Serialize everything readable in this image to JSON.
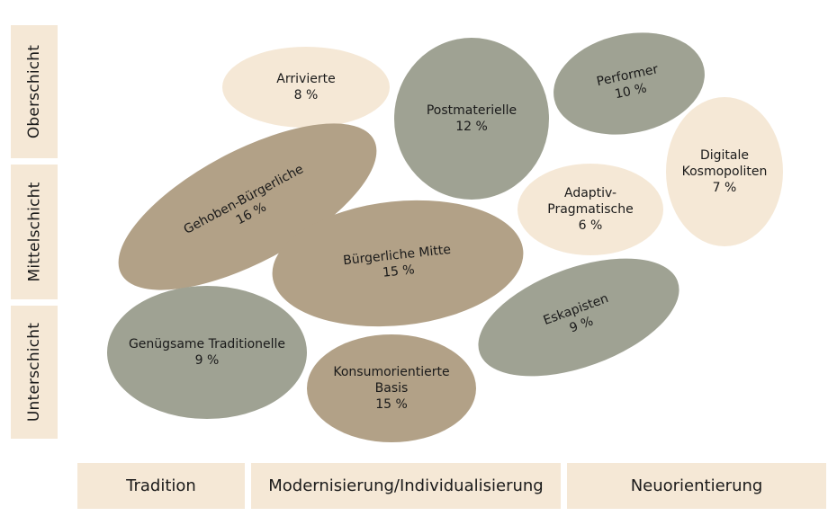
{
  "rows": [
    {
      "label": "Oberschicht"
    },
    {
      "label": "Mittelschicht"
    },
    {
      "label": "Unterschicht"
    }
  ],
  "columns": [
    {
      "label": "Tradition"
    },
    {
      "label": "Modernisierung/Individualisierung"
    },
    {
      "label": "Neuorientierung"
    }
  ],
  "milieus": [
    {
      "name": "Arrivierte",
      "share": "8 %"
    },
    {
      "name": "Postmaterielle",
      "share": "12 %"
    },
    {
      "name": "Performer",
      "share": "10 %"
    },
    {
      "name": "Digitale",
      "name2": "Kosmopoliten",
      "share": "7 %"
    },
    {
      "name": "Gehoben-Bürgerliche",
      "share": "16 %"
    },
    {
      "name": "Adaptiv-",
      "name2": "Pragmatische",
      "share": "6 %"
    },
    {
      "name": "Bürgerliche Mitte",
      "share": "15 %"
    },
    {
      "name": "Eskapisten",
      "share": "9 %"
    },
    {
      "name": "Genügsame Traditionelle",
      "share": "9 %"
    },
    {
      "name": "Konsumorientierte",
      "name2": "Basis",
      "share": "15 %"
    }
  ],
  "colors": {
    "cream": "#f5e8d6",
    "grey": "#9fa293",
    "tan": "#b2a187"
  }
}
